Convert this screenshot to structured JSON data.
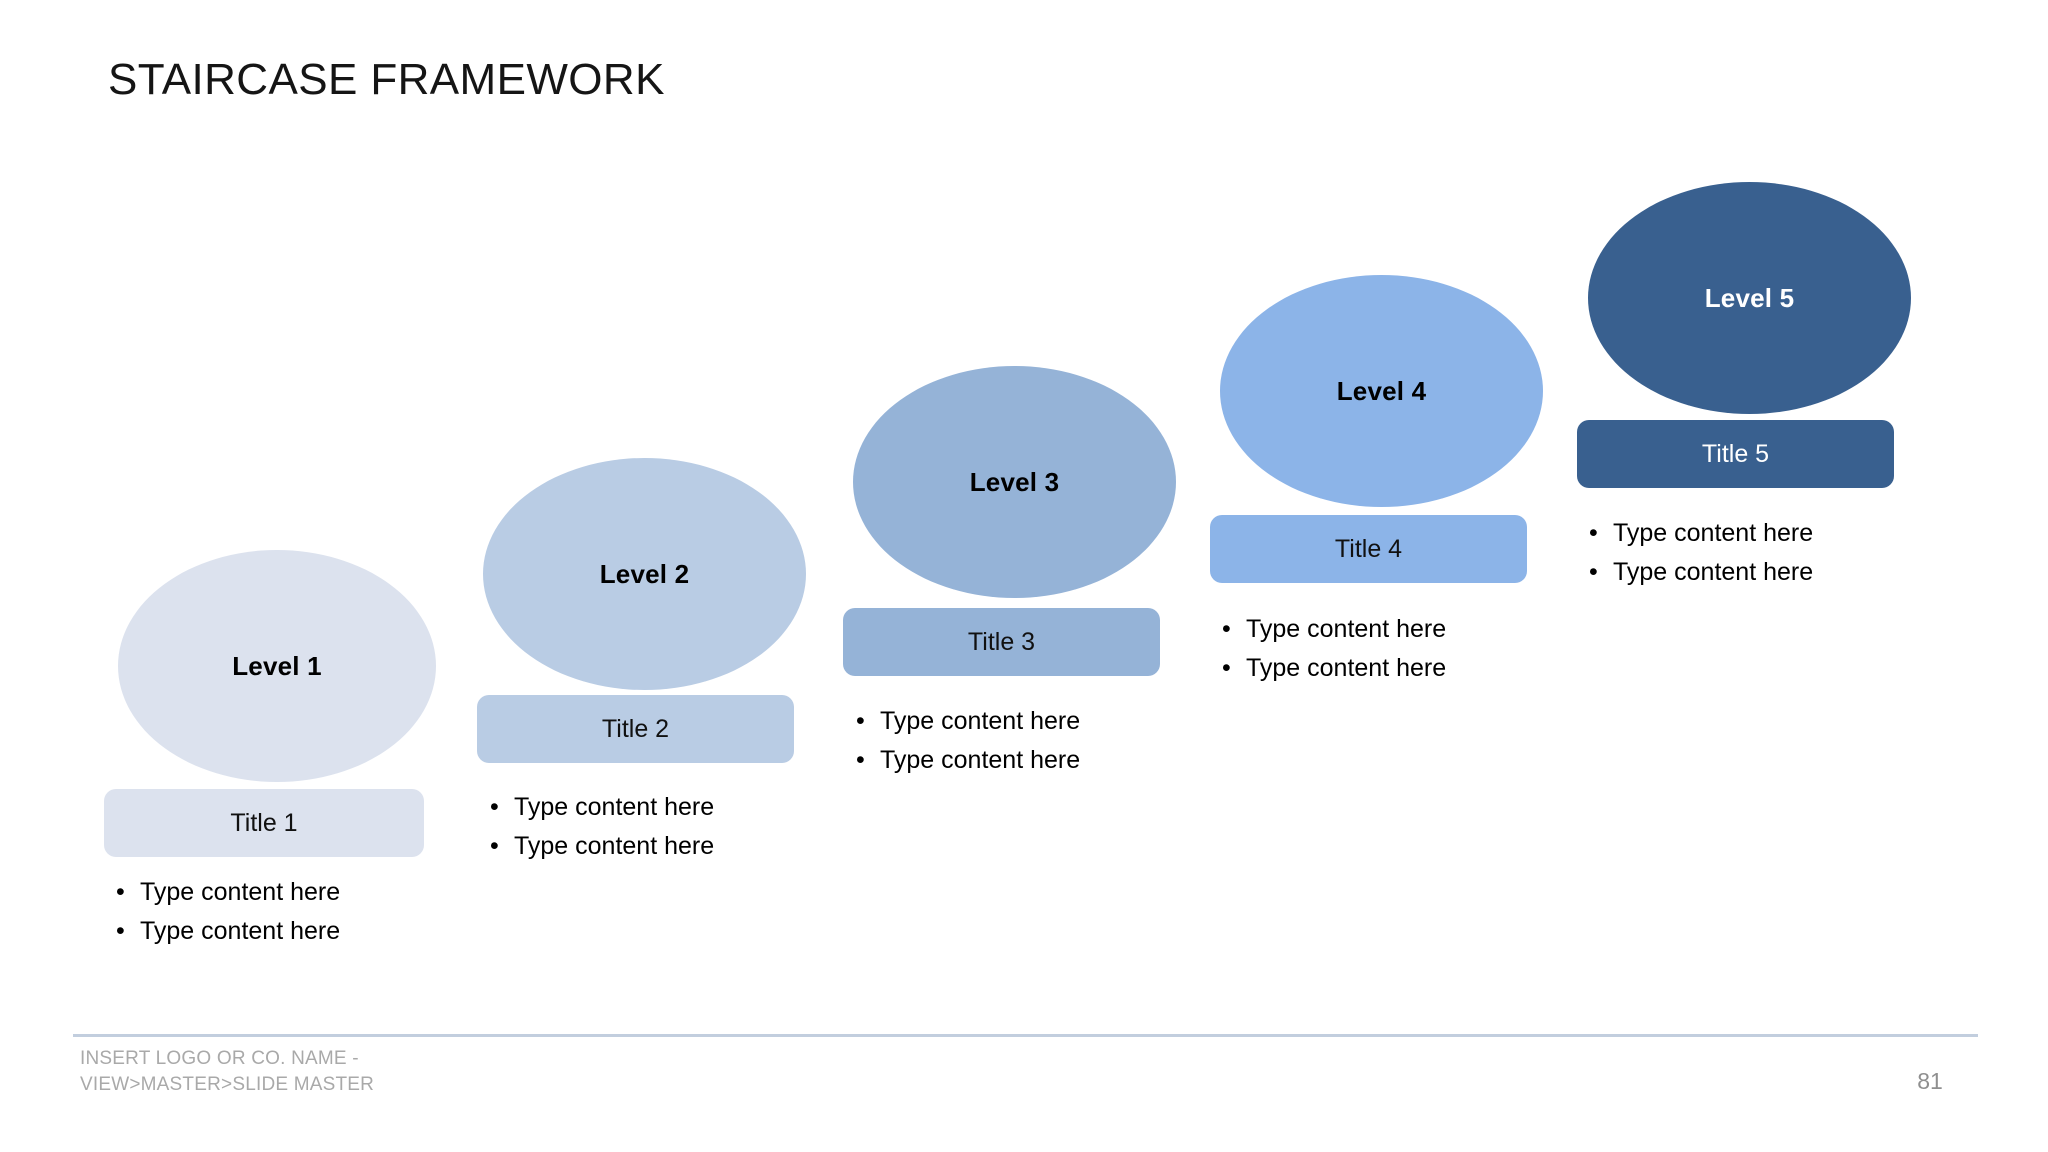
{
  "slide": {
    "title": "STAIRCASE FRAMEWORK",
    "background_color": "#ffffff"
  },
  "levels": [
    {
      "ellipse_label": "Level 1",
      "title_label": "Title 1",
      "bullets": [
        "Type content here",
        "Type content here"
      ],
      "fill_color": "#dce2ee",
      "text_color": "#000000",
      "title_text_color": "#111111"
    },
    {
      "ellipse_label": "Level 2",
      "title_label": "Title 2",
      "bullets": [
        "Type content here",
        "Type content here"
      ],
      "fill_color": "#b9cce4",
      "text_color": "#000000",
      "title_text_color": "#111111"
    },
    {
      "ellipse_label": "Level 3",
      "title_label": "Title 3",
      "bullets": [
        "Type content here",
        "Type content here"
      ],
      "fill_color": "#95b3d7",
      "text_color": "#000000",
      "title_text_color": "#111111"
    },
    {
      "ellipse_label": "Level 4",
      "title_label": "Title 4",
      "bullets": [
        "Type content here",
        "Type content here"
      ],
      "fill_color": "#8cb4e8",
      "text_color": "#000000",
      "title_text_color": "#111111"
    },
    {
      "ellipse_label": "Level 5",
      "title_label": "Title 5",
      "bullets": [
        "Type content here",
        "Type content here"
      ],
      "fill_color": "#39608f",
      "text_color": "#ffffff",
      "title_text_color": "#ffffff"
    }
  ],
  "footer": {
    "line1": "INSERT LOGO OR CO. NAME -",
    "line2": "VIEW>MASTER>SLIDE MASTER",
    "page_number": "81",
    "divider_color": "#c2cede",
    "text_color": "#a9a9a9"
  }
}
